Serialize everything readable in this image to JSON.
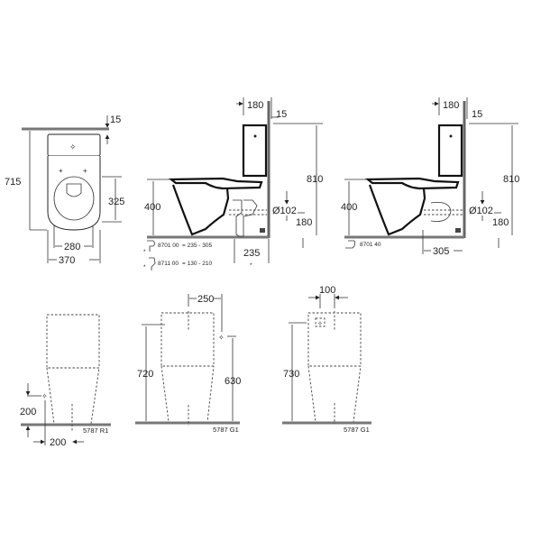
{
  "diagram": {
    "subject": "Close-coupled toilet technical drawing",
    "colors": {
      "line": "#222222",
      "background": "#ffffff",
      "wall": "#777777"
    }
  },
  "top_view": {
    "dims": {
      "wall_gap": "15",
      "depth": "715",
      "seat_opening": "325",
      "inner_width": "280",
      "outer_width": "370"
    }
  },
  "side_view_1": {
    "dims": {
      "tank_depth": "180",
      "wall_gap": "15",
      "total_height": "810",
      "seat_height": "400",
      "outlet_diameter": "Ø102",
      "outlet_height": "180",
      "outlet_distance": "235",
      "asterisk": "*"
    },
    "accessories": [
      {
        "code": "8701 00",
        "range": "= 235 -  305",
        "marker": "*"
      },
      {
        "code": "8711 00",
        "range": "= 130 - 210",
        "marker": "*"
      }
    ]
  },
  "side_view_2": {
    "dims": {
      "tank_depth": "180",
      "wall_gap": "15",
      "total_height": "810",
      "seat_height": "400",
      "outlet_diameter": "Ø102",
      "outlet_height": "180",
      "outlet_distance": "305"
    },
    "accessory": {
      "code": "8701 40"
    }
  },
  "front_view_1": {
    "dims": {
      "connection_height": "200",
      "connection_offset": "200"
    },
    "code": "5787 R1"
  },
  "front_view_2": {
    "dims": {
      "connection_offset": "250",
      "tank_height": "720",
      "connection_height": "630"
    },
    "code": "5787 G1"
  },
  "front_view_3": {
    "dims": {
      "connection_offset": "100",
      "connection_height": "730"
    },
    "code": "5787 G1"
  }
}
